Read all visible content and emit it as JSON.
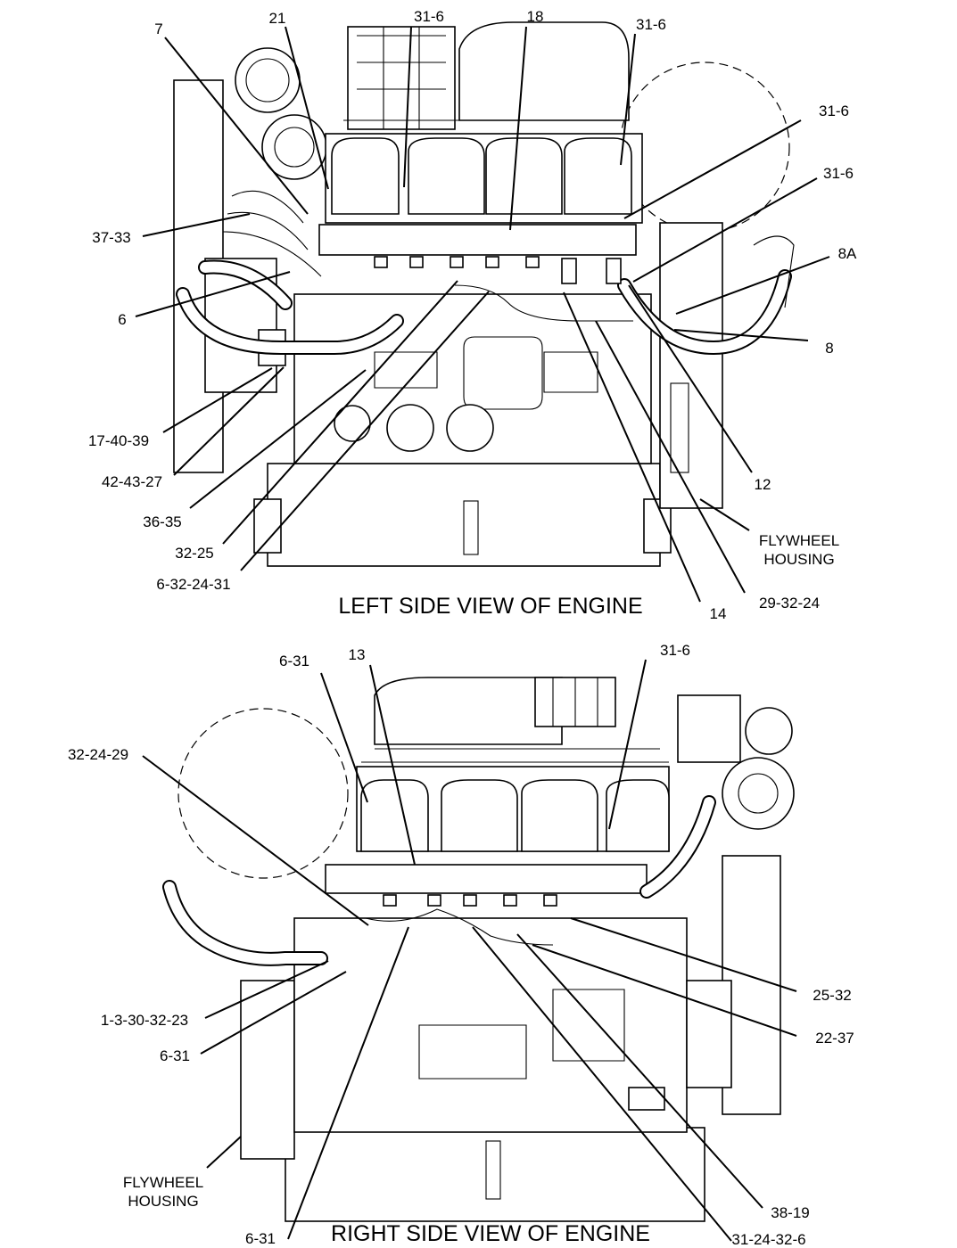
{
  "views": [
    {
      "id": "left",
      "title": "LEFT SIDE VIEW OF ENGINE",
      "callouts": [
        {
          "id": "c-7",
          "text": "7"
        },
        {
          "id": "c-21",
          "text": "21"
        },
        {
          "id": "c-31-6-a",
          "text": "31-6"
        },
        {
          "id": "c-18",
          "text": "18"
        },
        {
          "id": "c-31-6-b",
          "text": "31-6"
        },
        {
          "id": "c-31-6-c",
          "text": "31-6"
        },
        {
          "id": "c-31-6-d",
          "text": "31-6"
        },
        {
          "id": "c-8a",
          "text": "8A"
        },
        {
          "id": "c-8",
          "text": "8"
        },
        {
          "id": "c-37-33",
          "text": "37-33"
        },
        {
          "id": "c-6",
          "text": "6"
        },
        {
          "id": "c-17-40-39",
          "text": "17-40-39"
        },
        {
          "id": "c-42-43-27",
          "text": "42-43-27"
        },
        {
          "id": "c-36-35",
          "text": "36-35"
        },
        {
          "id": "c-32-25",
          "text": "32-25"
        },
        {
          "id": "c-6-32-24-31",
          "text": "6-32-24-31"
        },
        {
          "id": "c-12",
          "text": "12"
        },
        {
          "id": "c-14",
          "text": "14"
        },
        {
          "id": "c-29-32-24",
          "text": "29-32-24"
        }
      ],
      "flywheel_label": [
        "FLYWHEEL",
        "HOUSING"
      ]
    },
    {
      "id": "right",
      "title": "RIGHT SIDE VIEW OF ENGINE",
      "callouts": [
        {
          "id": "c-6-31-a",
          "text": "6-31"
        },
        {
          "id": "c-13",
          "text": "13"
        },
        {
          "id": "c-31-6-e",
          "text": "31-6"
        },
        {
          "id": "c-32-24-29",
          "text": "32-24-29"
        },
        {
          "id": "c-1-3-30-32-23",
          "text": "1-3-30-32-23"
        },
        {
          "id": "c-6-31-b",
          "text": "6-31"
        },
        {
          "id": "c-25-32",
          "text": "25-32"
        },
        {
          "id": "c-22-37",
          "text": "22-37"
        },
        {
          "id": "c-38-19",
          "text": "38-19"
        },
        {
          "id": "c-31-24-32-6",
          "text": "31-24-32-6"
        },
        {
          "id": "c-6-31-c",
          "text": "6-31"
        }
      ],
      "flywheel_label": [
        "FLYWHEEL",
        "HOUSING"
      ]
    }
  ]
}
